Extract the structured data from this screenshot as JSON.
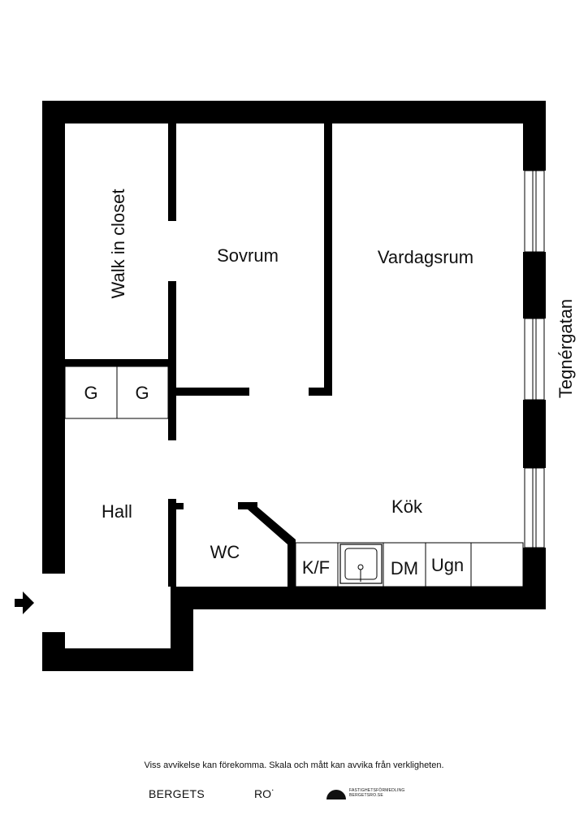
{
  "rooms": {
    "walk_in_closet": "Walk in closet",
    "sovrum": "Sovrum",
    "vardagsrum": "Vardagsrum",
    "hall": "Hall",
    "wc": "WC",
    "kok": "Kök"
  },
  "wardrobes": [
    "G",
    "G"
  ],
  "fixtures": {
    "kf": "K/F",
    "dm": "DM",
    "ugn": "Ugn"
  },
  "street": "Tegnérgatan",
  "footer": {
    "disclaimer": "Viss avvikelse kan förekomma. Skala och mått kan avvika från verkligheten.",
    "logo_left": "BERGETS",
    "logo_mid": "RO˙",
    "logo_right_line1": "FASTIGHETSFÖRMEDLING",
    "logo_right_line2": "BERGETSRO.SE"
  }
}
